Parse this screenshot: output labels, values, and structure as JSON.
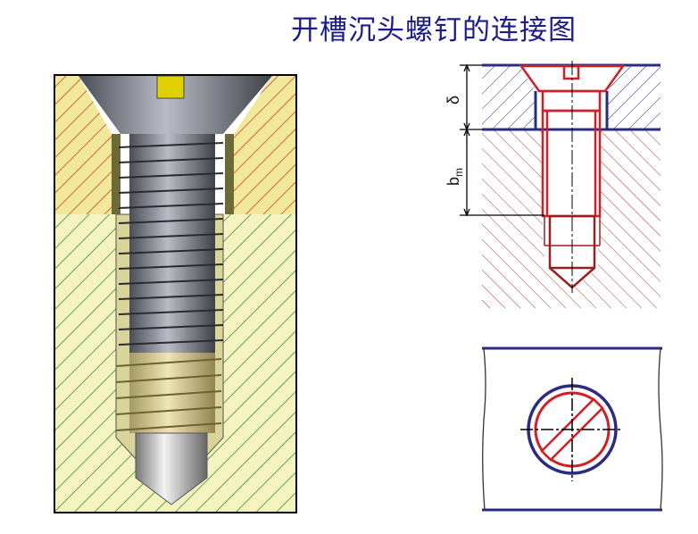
{
  "title": "开槽沉头螺钉的连接图",
  "labels": {
    "delta": "δ",
    "bm_base": "b",
    "bm_sub": "m"
  },
  "colors": {
    "title": "#1c1c8a",
    "part_outline_blue": "#2b2b80",
    "screw_red": "#d01f27",
    "hatch_red": "#b03a3a",
    "hatch_green": "#2a8a2a",
    "fill_yellow": "#f2e89a",
    "fill_pale_yellow": "#f5f3c0"
  }
}
